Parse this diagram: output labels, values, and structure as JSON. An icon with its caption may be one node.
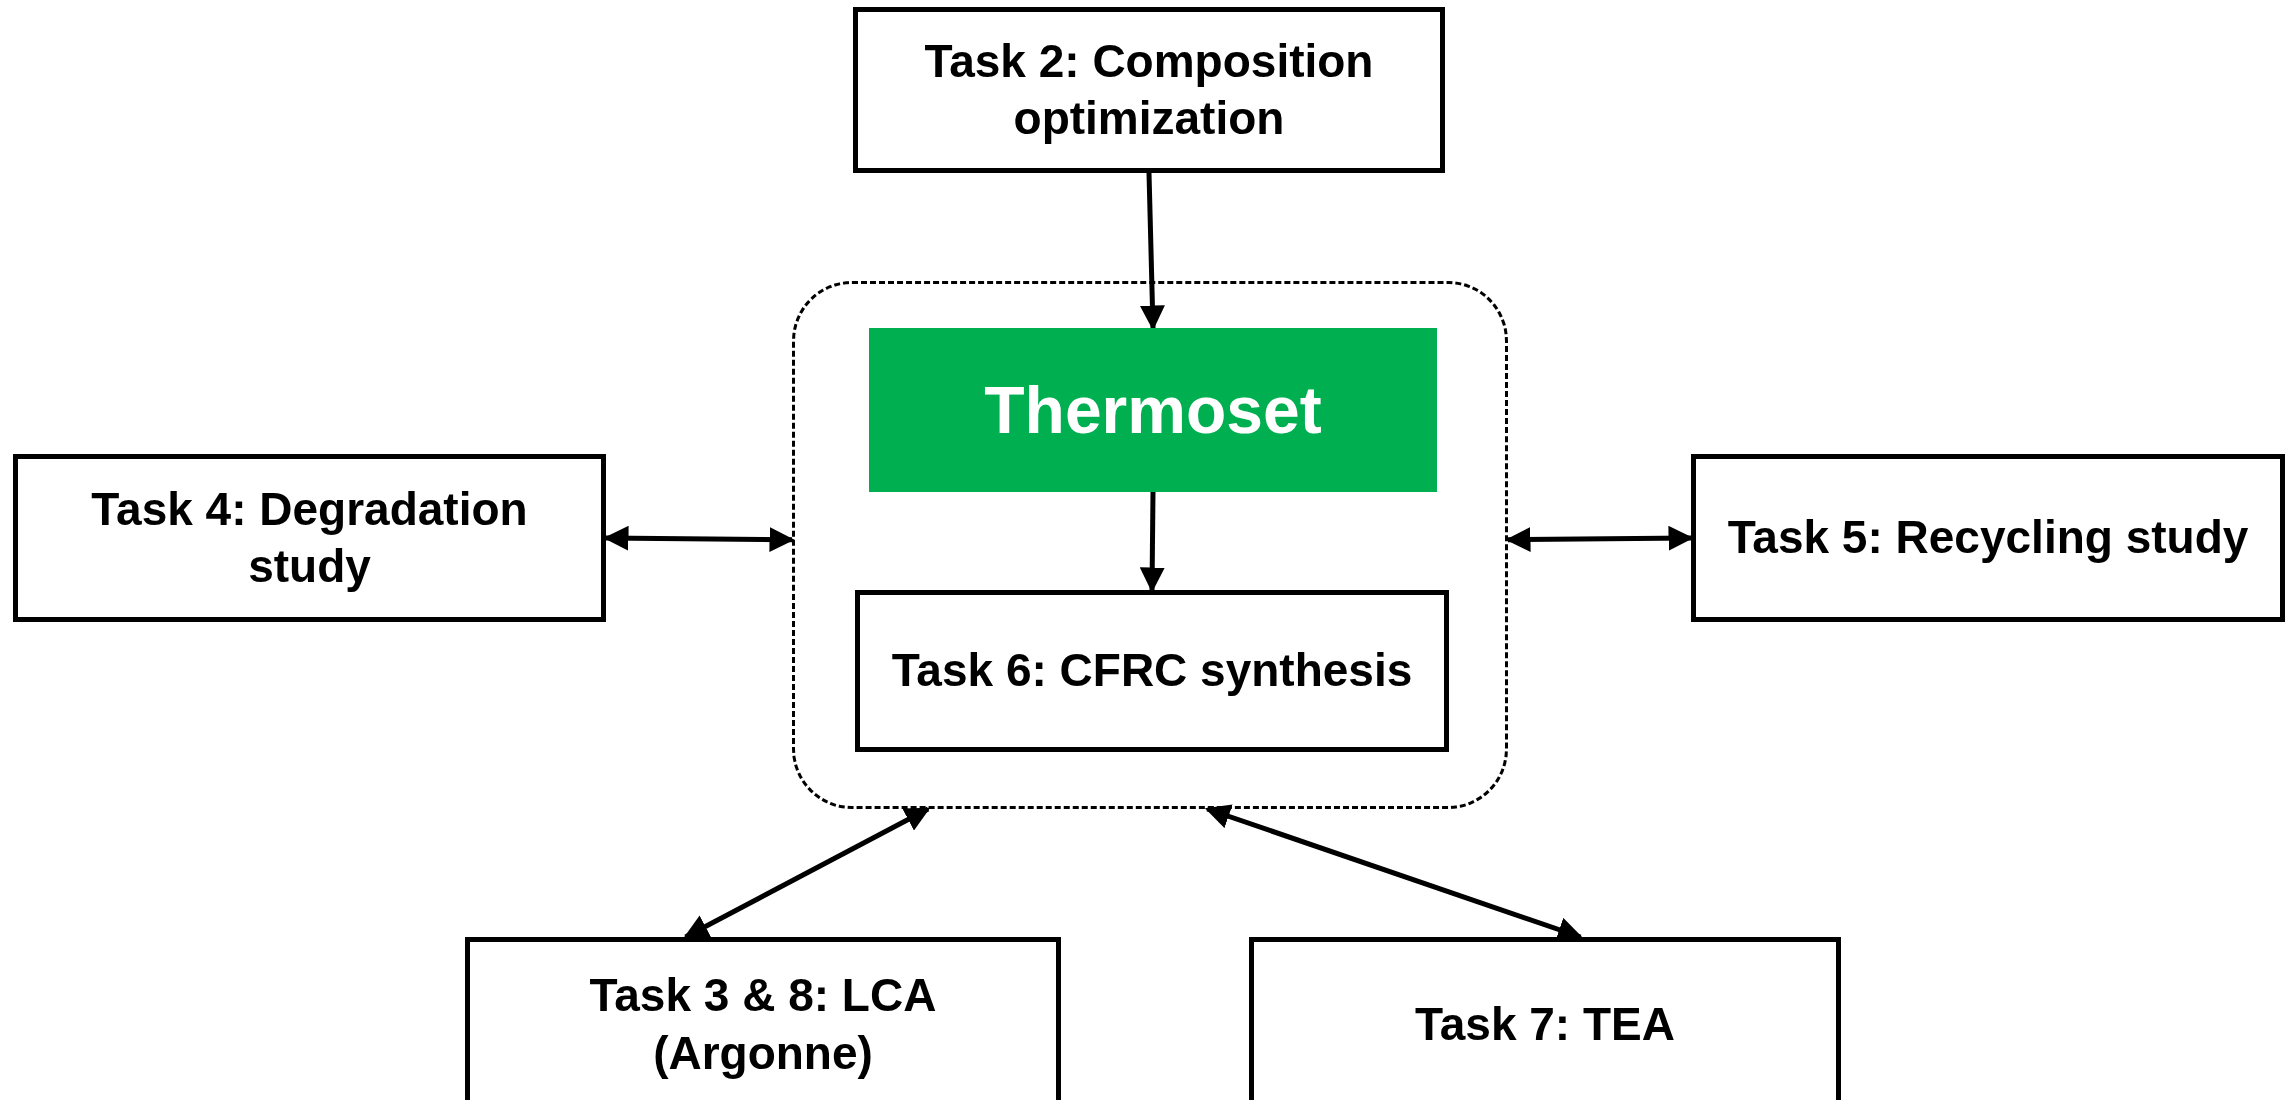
{
  "diagram": {
    "nodes": [
      {
        "text": [
          "Task 2: Composition optimization"
        ]
      },
      {
        "text": [],
        "shape": "box"
      },
      {
        "text": [
          "Thermoset"
        ],
        "in": 1
      },
      {
        "text": [
          "Task 6: CFRC synthesis"
        ],
        "in": 1
      },
      {
        "text": [
          "Task 4: Degradation study"
        ]
      },
      {
        "text": [
          "Task 5: Recycling study"
        ]
      },
      {
        "text": [
          "Task 3 & 8: LCA (Argonne)"
        ]
      },
      {
        "text": [
          "Task 7: TEA"
        ]
      }
    ],
    "edges": [
      {
        "from": 0,
        "to": 2,
        "arrow": "to"
      },
      {
        "from": 2,
        "to": 3,
        "arrow": "to"
      },
      {
        "from": 4,
        "to": 1,
        "arrow": "both"
      },
      {
        "from": 1,
        "to": 5,
        "arrow": "both"
      },
      {
        "from": 1,
        "to": 6,
        "arrow": "both"
      },
      {
        "from": 1,
        "to": 7,
        "arrow": "both"
      }
    ]
  }
}
